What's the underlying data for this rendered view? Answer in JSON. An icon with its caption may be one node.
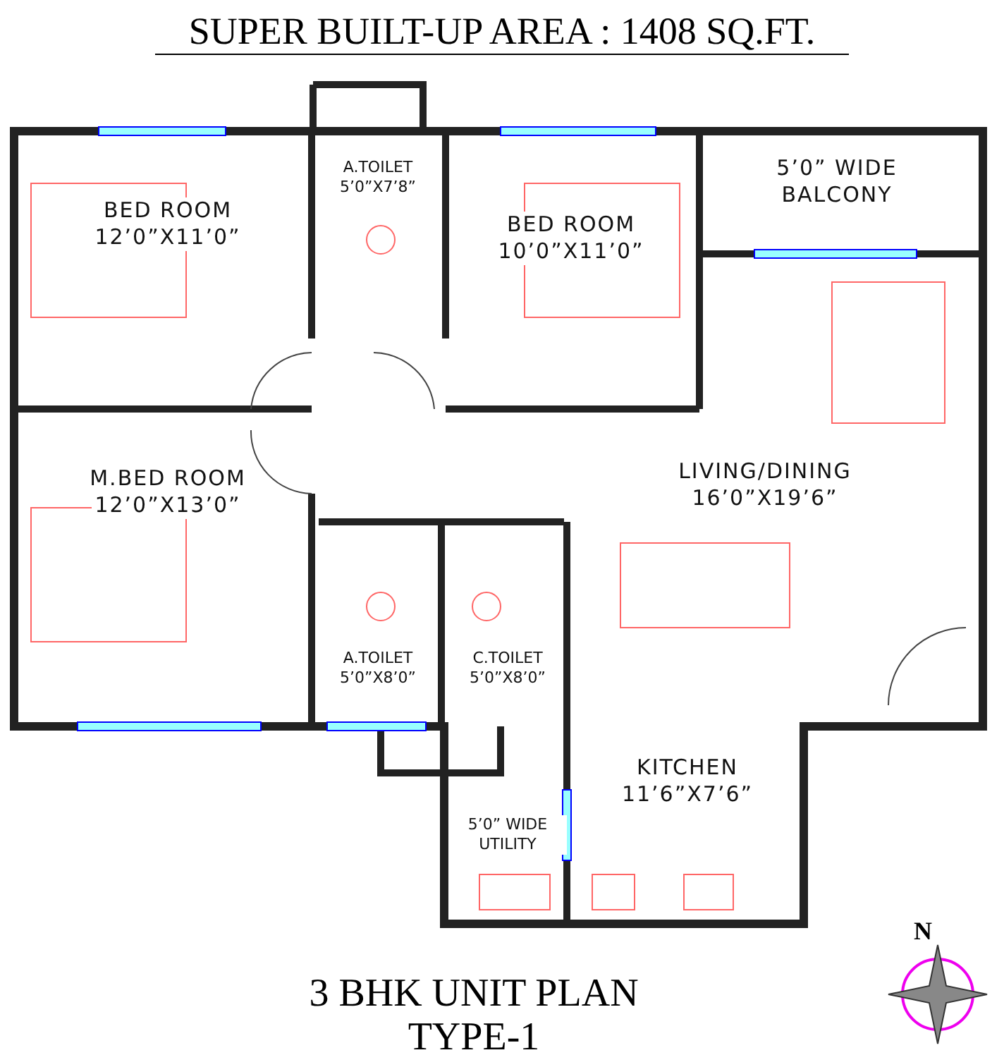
{
  "diagram": {
    "title": "SUPER BUILT-UP AREA : 1408 SQ.FT.",
    "caption": "3 BHK UNIT PLAN TYPE-1",
    "nodes": [
      {
        "text": [
          "BED ROOM",
          "12’0”X11’0”"
        ]
      },
      {
        "text": [
          "A.TOILET",
          "5’0”X7’8”"
        ]
      },
      {
        "text": [
          "BED ROOM",
          "10’0”X11’0”"
        ]
      },
      {
        "text": [
          "5’0” WIDE BALCONY"
        ]
      },
      {
        "text": [
          "LIVING/DINING",
          "16’0”X19’6”"
        ]
      },
      {
        "text": [
          "M.BED ROOM",
          "12’0”X13’0”"
        ]
      },
      {
        "text": [
          "A.TOILET",
          "5’0”X8’0”"
        ]
      },
      {
        "text": [
          "C.TOILET",
          "5’0”X8’0”"
        ]
      },
      {
        "text": [
          "KITCHEN",
          "11’6”X7’6”"
        ]
      },
      {
        "text": [
          "5’0” WIDE UTILITY"
        ]
      }
    ],
    "labels": [
      "N"
    ]
  }
}
